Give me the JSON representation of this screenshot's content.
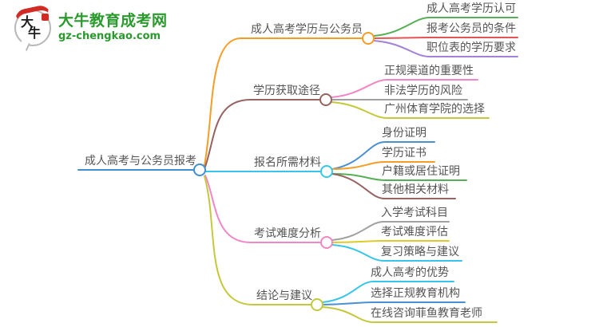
{
  "logo": {
    "symbol_line1": "大",
    "symbol_line2": "牛",
    "title": "大牛教育成考网",
    "domain": "gz-chengkao.com",
    "brand_color": "#2a9a2d",
    "accent_color": "#d42a24"
  },
  "colors": {
    "node_text": "#555555",
    "background": "#ffffff"
  },
  "mindmap": {
    "root": {
      "label": "成人高考与公务员报考",
      "color": "#3f8fd2"
    },
    "branches": [
      {
        "label": "成人高考学历与公务员",
        "color": "#f59d25",
        "children": [
          {
            "label": "成人高考学历认可",
            "color": "#55b055"
          },
          {
            "label": "报考公务员的条件",
            "color": "#e25553"
          },
          {
            "label": "职位表的学历要求",
            "color": "#a381d8"
          }
        ]
      },
      {
        "label": "学历获取途径",
        "color": "#966361",
        "children": [
          {
            "label": "正规渠道的重要性",
            "color": "#f186c4"
          },
          {
            "label": "非法学历的风险",
            "color": "#a0a0a0"
          },
          {
            "label": "广州体育学院的选择",
            "color": "#c4c93c"
          }
        ]
      },
      {
        "label": "报名所需材料",
        "color": "#36c6e9",
        "children": [
          {
            "label": "身份证明",
            "color": "#4a90d4"
          },
          {
            "label": "学历证书",
            "color": "#f59d25"
          },
          {
            "label": "户籍或居住证明",
            "color": "#55b055"
          },
          {
            "label": "其他相关材料",
            "color": "#966361"
          }
        ]
      },
      {
        "label": "考试难度分析",
        "color": "#f186c4",
        "children": [
          {
            "label": "入学考试科目",
            "color": "#a0a0a0"
          },
          {
            "label": "考试难度评估",
            "color": "#decb28"
          },
          {
            "label": "复习策略与建议",
            "color": "#36c6e9"
          }
        ]
      },
      {
        "label": "结论与建议",
        "color": "#c4c93c",
        "children": [
          {
            "label": "成人高考的优势",
            "color": "#36c6e9"
          },
          {
            "label": "选择正规教育机构",
            "color": "#4a90d4"
          },
          {
            "label": "在线咨询菲鱼教育老师",
            "color": "#c4c93c"
          }
        ]
      }
    ]
  }
}
